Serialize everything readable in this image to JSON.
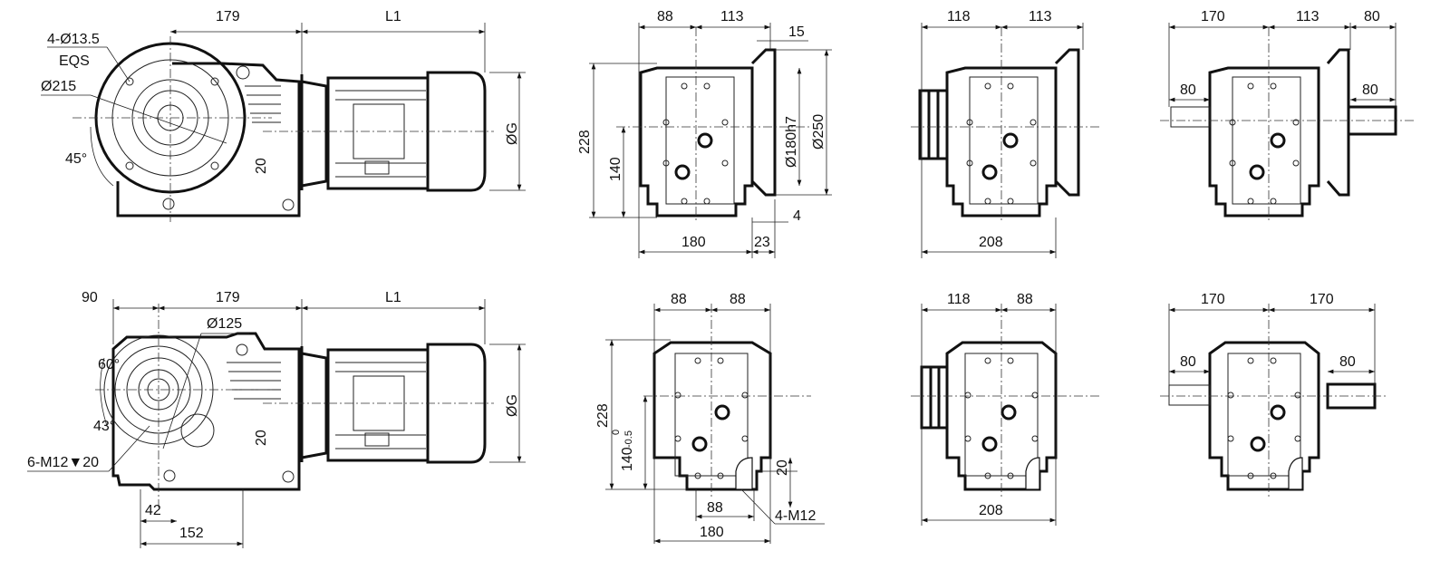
{
  "views": {
    "top_side": {
      "holes": "4-Ø13.5",
      "eqs": "EQS",
      "flange_dia": "Ø215",
      "d1": "179",
      "l1": "L1",
      "angle": "45°",
      "offset": "20",
      "motor_dia": "ØG"
    },
    "bottom_side": {
      "d0": "90",
      "d1": "179",
      "l1": "L1",
      "bore": "Ø125",
      "angle1": "60°",
      "angle2": "43°",
      "offset": "20",
      "thread": "6-M12▼20",
      "foot1": "42",
      "foot2": "152",
      "motor_dia": "ØG"
    },
    "top_end_flange": {
      "w_left": "88",
      "w_right": "113",
      "flange_thk": "15",
      "height": "228",
      "center_h": "140",
      "spigot": "Ø180h7",
      "flange_dia": "Ø250",
      "spigot_len": "4",
      "base_w": "180",
      "flange_off": "23"
    },
    "top_end_flange_hollow": {
      "w_left": "118",
      "w_right": "113",
      "base_w": "208"
    },
    "top_end_flange_shaft": {
      "w_left": "170",
      "w_right": "113",
      "w_shaft": "80",
      "shaft_left": "80",
      "shaft_right": "80"
    },
    "bottom_end_foot": {
      "w_left": "88",
      "w_right": "88",
      "height": "228",
      "center_h": "140",
      "tol_upper": "0",
      "tol_lower": "-0.5",
      "thread_depth": "20",
      "hole_spacing": "88",
      "base_w": "180",
      "thread": "4-M12"
    },
    "bottom_end_foot_hollow": {
      "w_left": "118",
      "w_right": "88",
      "base_w": "208"
    },
    "bottom_end_foot_shaft": {
      "w_left": "170",
      "w_right": "170",
      "shaft_left": "80",
      "shaft_right": "80"
    }
  }
}
